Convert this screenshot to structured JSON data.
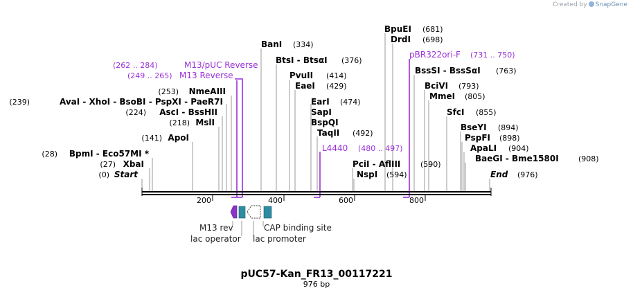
{
  "watermark": {
    "prefix": "Created by",
    "brand": "SnapGene"
  },
  "title": "pUC57-Kan_FR13_00117221",
  "subtitle": "976 bp",
  "ticks": [
    "200",
    "400",
    "600",
    "800"
  ],
  "sites": [
    {
      "pos": "(681)",
      "label": "BpuEI"
    },
    {
      "pos": "(698)",
      "label": "DrdI"
    },
    {
      "pos": "(334)",
      "label": "BanI"
    },
    {
      "pos": "(376)",
      "label": "BtsI  -  BtsαI"
    },
    {
      "pos": "(414)",
      "label": "PvuII"
    },
    {
      "pos": "(429)",
      "label": "EaeI"
    },
    {
      "pos": "(474)",
      "label": "EarI"
    },
    {
      "label": "SapI"
    },
    {
      "label": "BspQI"
    },
    {
      "pos": "(492)",
      "label": "TaqII"
    },
    {
      "pos": "(253)",
      "label": "NmeAIII"
    },
    {
      "pos": "(239)",
      "label": "AvaI  -  XhoI  -  BsoBI  -  PspXI  -  PaeR7I"
    },
    {
      "pos": "(224)",
      "label": "AscI  -  BssHII"
    },
    {
      "pos": "(218)",
      "label": "MslI"
    },
    {
      "pos": "(141)",
      "label": "ApoI"
    },
    {
      "pos": "(28)",
      "label": "BpmI  -  Eco57MI *"
    },
    {
      "pos": "(27)",
      "label": "XbaI"
    },
    {
      "pos": "(0)",
      "label": "Start"
    },
    {
      "pos": "(590)",
      "label": "PciI  -  AflIII"
    },
    {
      "pos": "(594)",
      "label": "NspI"
    },
    {
      "pos": "(763)",
      "label": "BssSI  -  BssSαI"
    },
    {
      "pos": "(793)",
      "label": "BciVI"
    },
    {
      "pos": "(805)",
      "label": "MmeI"
    },
    {
      "pos": "(855)",
      "label": "SfcI"
    },
    {
      "pos": "(894)",
      "label": "BseYI"
    },
    {
      "pos": "(898)",
      "label": "PspFI"
    },
    {
      "pos": "(904)",
      "label": "ApaLI"
    },
    {
      "pos": "(908)",
      "label": "BaeGI  -  Bme1580I"
    },
    {
      "pos": "(976)",
      "label": "End"
    }
  ],
  "primers": [
    {
      "range": "(262 .. 284)",
      "label": "M13/pUC Reverse"
    },
    {
      "range": "(249 .. 265)",
      "label": "M13 Reverse"
    },
    {
      "range": "(731 .. 750)",
      "label": "pBR322ori-F"
    },
    {
      "range": "(480 .. 497)",
      "label": "L4440"
    }
  ],
  "features": [
    {
      "label": "M13 rev"
    },
    {
      "label": "lac operator"
    },
    {
      "label": "lac promoter"
    },
    {
      "label": "CAP binding site"
    }
  ],
  "colors": {
    "primer": "#9b30d9",
    "feature_teal": "#2e8ca0",
    "feature_purple": "#8a35c8",
    "backbone": "#000000",
    "leader": "#999999"
  }
}
